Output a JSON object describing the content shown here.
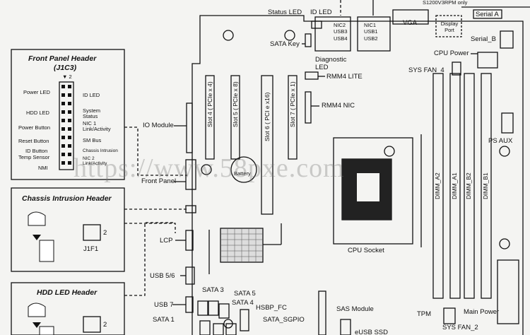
{
  "diagram": {
    "top_labels": {
      "status_led": "Status LED",
      "id_led": "ID LED",
      "model_note": "S1200V3RPM only",
      "vga": "VGA",
      "serial_a": "Serial A",
      "display_port": "Display Port",
      "nic2": "NIC2 USB3 USB4",
      "nic1": "NIC1 USB1 USB2"
    },
    "board_labels": {
      "sata_key": "SATA Key",
      "diagnostic_led": "Diagnostic LED",
      "rmm4_lite": "RMM4 LITE",
      "rmm4_nic": "RMM4 NIC",
      "io_module": "IO Module",
      "front_panel": "Front Panel",
      "battery": "Battery",
      "cpu_socket": "CPU Socket",
      "lcp": "LCP",
      "usb56": "USB 5/6",
      "usb7": "USB 7",
      "sata1": "SATA 1",
      "sata3": "SATA 3",
      "sata4": "SATA 4",
      "sata5": "SATA 5",
      "hsbp_fc": "HSBP_FC",
      "sata_sgpio": "SATA_SGPIO",
      "sas_module": "SAS Module",
      "esusb": "eUSB SSD",
      "tpm": "TPM",
      "sys_fan2": "SYS FAN_2",
      "main_power": "Main Power",
      "serial_b": "Serial_B",
      "cpu_power": "CPU Power",
      "sys_fan4": "SYS FAN_4",
      "ps_aux": "PS AUX"
    },
    "slots": [
      "Slot 4 ( PCIe x 4)",
      "Slot 5 ( PCIe x 8)",
      "Slot 6 ( PCI e x16)",
      "Slot 7 ( PCIe x 1)"
    ],
    "dimms": [
      "DIMM_A2",
      "DIMM_A1",
      "DIMM_B2",
      "DIMM_B1"
    ],
    "front_panel_box": {
      "title": "Front Panel Header",
      "subtitle": "(J1C3)",
      "pin_marker": "▼ 2",
      "left_labels": [
        "Power LED",
        "HDD LED",
        "Power Button",
        "Reset Button",
        "ID Button",
        "Temp Sensor",
        "NMI"
      ],
      "right_labels": [
        "ID LED",
        "System Status",
        "NIC 1 Link/Activity",
        "SM Bus",
        "Chassis Intrusion",
        "NIC 2 Link/Activity"
      ]
    },
    "chassis_box": {
      "title": "Chassis Intrusion Header",
      "pin_label": "2",
      "ref": "J1F1"
    },
    "hdd_box": {
      "title": "HDD LED Header",
      "pin_label": "2"
    },
    "watermark": "https://www.58pxe.com"
  }
}
